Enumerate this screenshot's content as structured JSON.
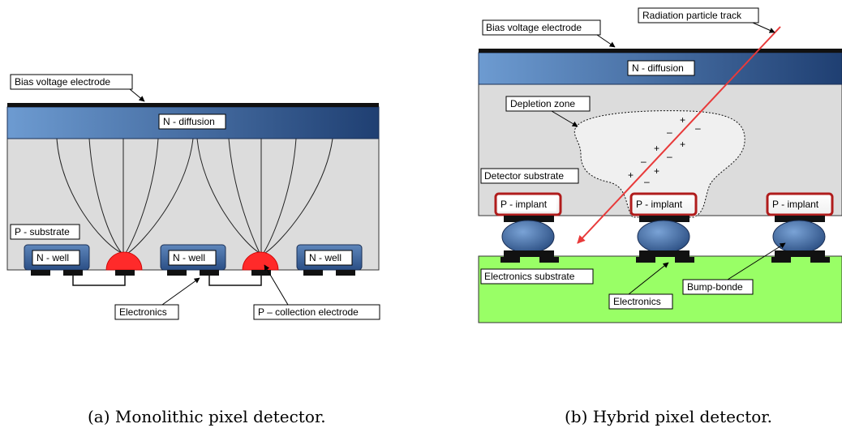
{
  "panel_a": {
    "bias_label": "Bias voltage electrode",
    "n_diffusion_label": "N - diffusion",
    "p_substrate_label": "P - substrate",
    "n_well_labels": [
      "N - well",
      "N - well",
      "N - well"
    ],
    "electronics_label": "Electronics",
    "p_collection_label": "P – collection electrode",
    "caption": "(a) Monolithic pixel detector."
  },
  "panel_b": {
    "bias_label": "Bias voltage electrode",
    "track_label": "Radiation particle track",
    "n_diffusion_label": "N - diffusion",
    "depletion_label": "Depletion zone",
    "detector_substrate_label": "Detector substrate",
    "p_implant_labels": [
      "P - implant",
      "P - implant",
      "P - implant"
    ],
    "electronics_substrate_label": "Electronics substrate",
    "electronics_label": "Electronics",
    "bump_label": "Bump-bonde",
    "charge_plus": "+",
    "charge_minus": "–",
    "caption": "(b) Hybrid pixel detector."
  },
  "colors": {
    "n_diffusion_light": "#6d9bd1",
    "n_diffusion_dark": "#1f3f72",
    "substrate": "#dcdcdc",
    "p_collection": "#ff2a2a",
    "electronics_substrate": "#99ff66",
    "track": "#e83a3a",
    "implant_border": "#b01c1c"
  }
}
